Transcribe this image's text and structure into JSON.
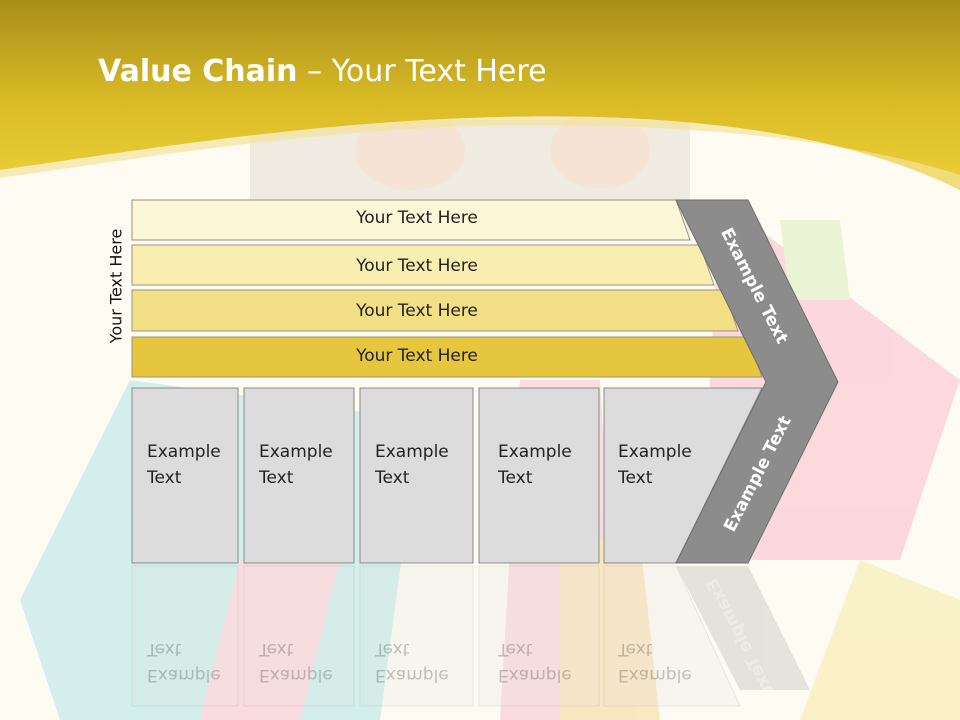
{
  "title": {
    "bold": "Value Chain",
    "rest": " – Your Text Here"
  },
  "side_label": "Your Text Here",
  "bars": [
    {
      "label": "Your Text Here",
      "color": "#fcf7d6"
    },
    {
      "label": "Your Text Here",
      "color": "#f8eeb0"
    },
    {
      "label": "Your Text Here",
      "color": "#f2df86"
    },
    {
      "label": "Your Text Here",
      "color": "#e6c63c"
    }
  ],
  "boxes": [
    {
      "line1": "Example",
      "line2": "Text"
    },
    {
      "line1": "Example",
      "line2": "Text"
    },
    {
      "line1": "Example",
      "line2": "Text"
    },
    {
      "line1": "Example",
      "line2": "Text"
    },
    {
      "line1": "Example",
      "line2": "Text"
    }
  ],
  "chevron": {
    "upper": "Example Text",
    "lower": "Example Text"
  },
  "colors": {
    "header_gold": "#e3c42a",
    "box_gray": "#dcdcdc",
    "chevron_gray": "#8c8c8c"
  }
}
